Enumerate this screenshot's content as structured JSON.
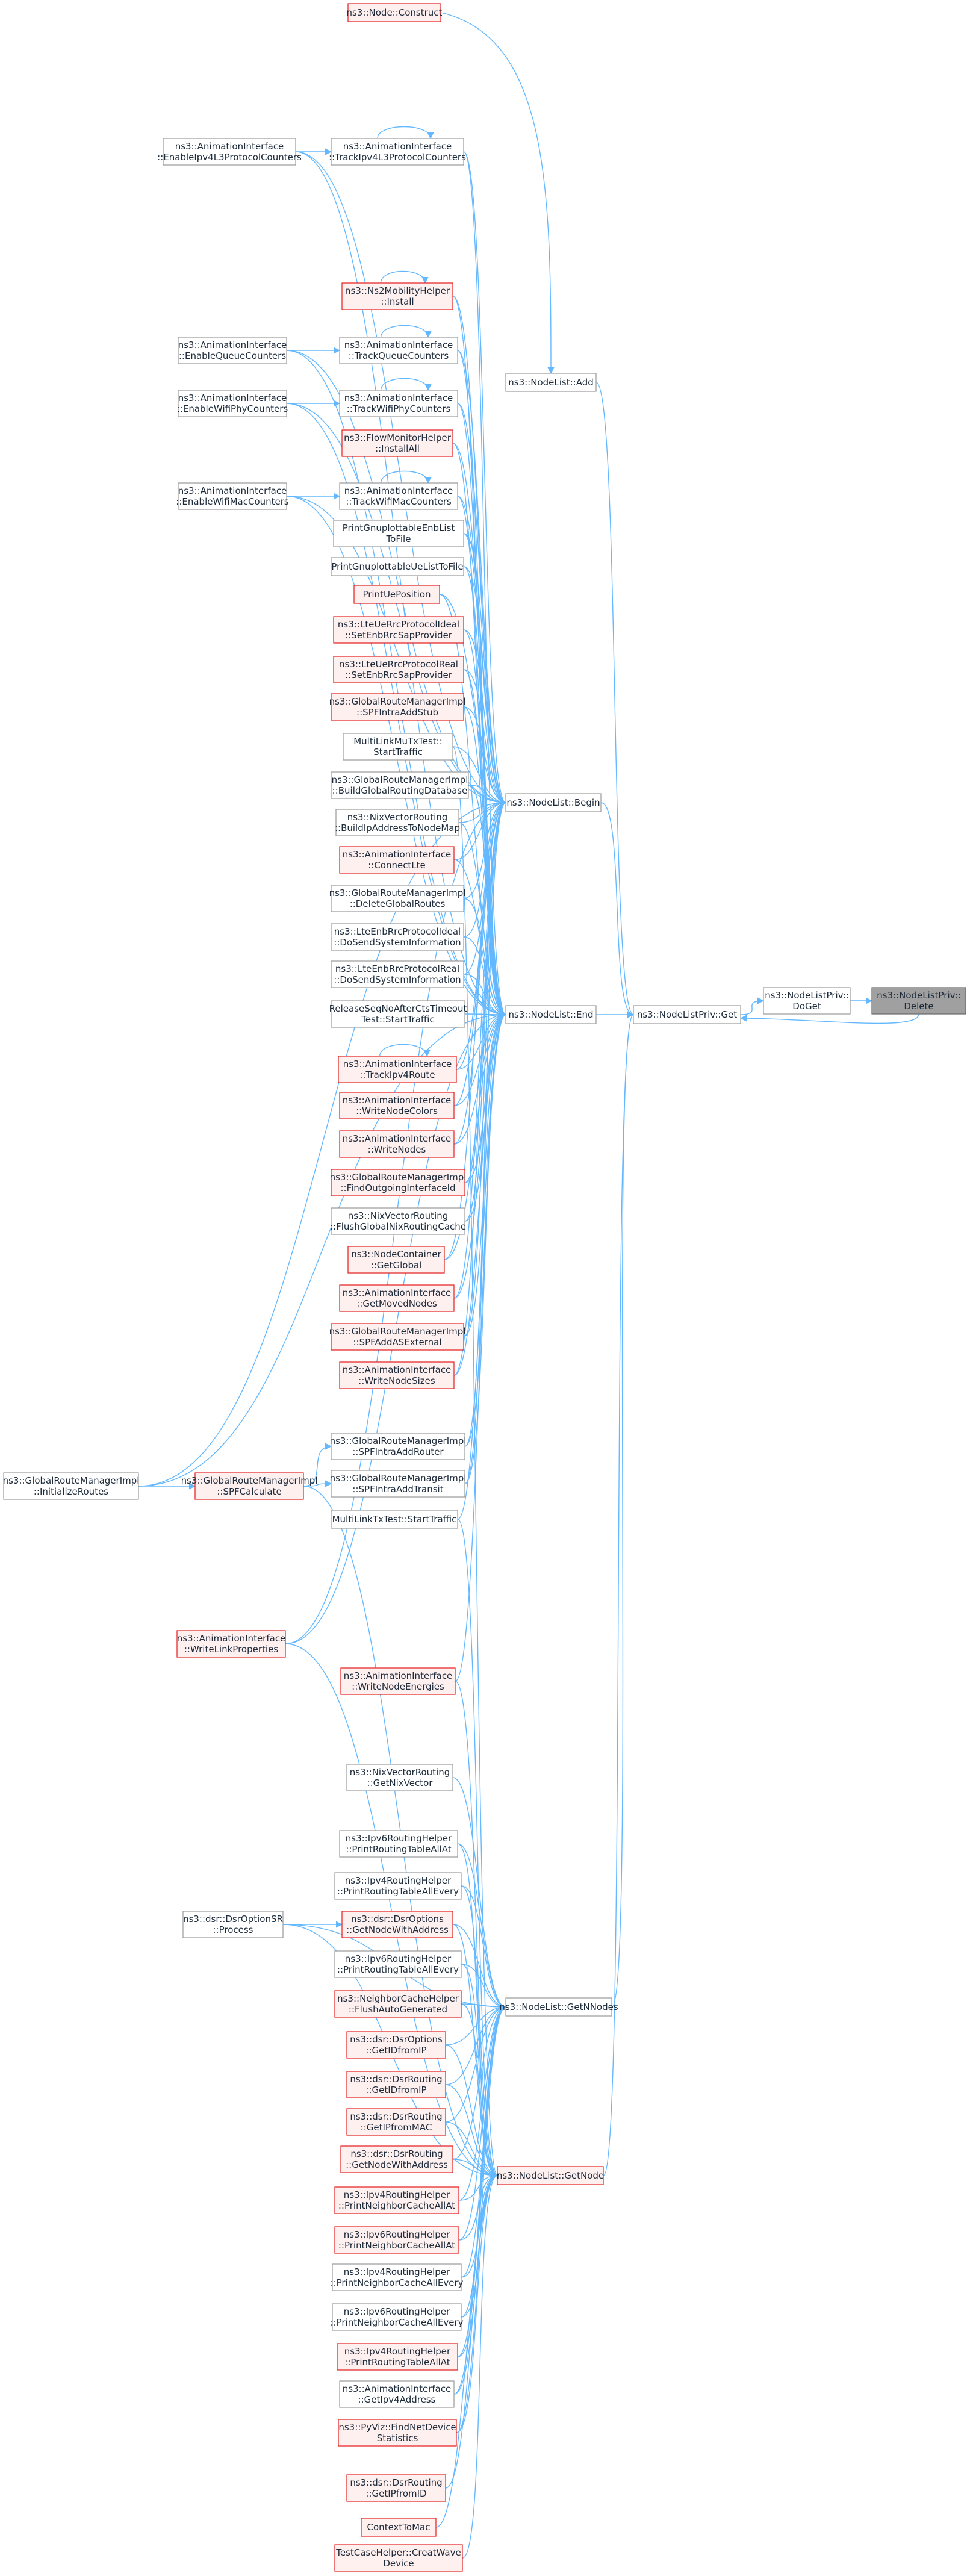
{
  "colors": {
    "edge": "#63b8ff",
    "node_border": "#9a9a9a",
    "node_red_border": "#e41a1c",
    "node_red_fill": "#fff0f0",
    "focus_fill": "#a0a0a0",
    "text": "#1c2a3a"
  },
  "nodes": {
    "nodeConstruct": {
      "lines": [
        "ns3::Node::Construct"
      ],
      "style": "red"
    },
    "enableIpv4L3": {
      "lines": [
        "ns3::AnimationInterface",
        "::EnableIpv4L3ProtocolCounters"
      ],
      "style": "white"
    },
    "trackIpv4L3": {
      "lines": [
        "ns3::AnimationInterface",
        "::TrackIpv4L3ProtocolCounters"
      ],
      "style": "white"
    },
    "ns2Install": {
      "lines": [
        "ns3::Ns2MobilityHelper",
        "::Install"
      ],
      "style": "red"
    },
    "enableQueue": {
      "lines": [
        "ns3::AnimationInterface",
        "::EnableQueueCounters"
      ],
      "style": "white"
    },
    "trackQueue": {
      "lines": [
        "ns3::AnimationInterface",
        "::TrackQueueCounters"
      ],
      "style": "white"
    },
    "nodeListAdd": {
      "lines": [
        "ns3::NodeList::Add"
      ],
      "style": "white"
    },
    "enableWifiPhy": {
      "lines": [
        "ns3::AnimationInterface",
        "::EnableWifiPhyCounters"
      ],
      "style": "white"
    },
    "trackWifiPhy": {
      "lines": [
        "ns3::AnimationInterface",
        "::TrackWifiPhyCounters"
      ],
      "style": "white"
    },
    "flowMonInstall": {
      "lines": [
        "ns3::FlowMonitorHelper",
        "::InstallAll"
      ],
      "style": "red"
    },
    "enableWifiMac": {
      "lines": [
        "ns3::AnimationInterface",
        "::EnableWifiMacCounters"
      ],
      "style": "white"
    },
    "trackWifiMac": {
      "lines": [
        "ns3::AnimationInterface",
        "::TrackWifiMacCounters"
      ],
      "style": "white"
    },
    "printEnbList": {
      "lines": [
        "PrintGnuplottableEnbList",
        "ToFile"
      ],
      "style": "white"
    },
    "printUeList": {
      "lines": [
        "PrintGnuplottableUeListToFile"
      ],
      "style": "white"
    },
    "printUePos": {
      "lines": [
        "PrintUePosition"
      ],
      "style": "red"
    },
    "lteUeRrcIdeal": {
      "lines": [
        "ns3::LteUeRrcProtocolIdeal",
        "::SetEnbRrcSapProvider"
      ],
      "style": "red"
    },
    "lteUeRrcReal": {
      "lines": [
        "ns3::LteUeRrcProtocolReal",
        "::SetEnbRrcSapProvider"
      ],
      "style": "red"
    },
    "spfIntraAddStub": {
      "lines": [
        "ns3::GlobalRouteManagerImpl",
        "::SPFIntraAddStub"
      ],
      "style": "red"
    },
    "multiLinkMu": {
      "lines": [
        "MultiLinkMuTxTest::",
        "StartTraffic"
      ],
      "style": "white"
    },
    "buildGlobalDb": {
      "lines": [
        "ns3::GlobalRouteManagerImpl",
        "::BuildGlobalRoutingDatabase"
      ],
      "style": "white"
    },
    "nixBuildIp": {
      "lines": [
        "ns3::NixVectorRouting",
        "::BuildIpAddressToNodeMap"
      ],
      "style": "white"
    },
    "nodeListBegin": {
      "lines": [
        "ns3::NodeList::Begin"
      ],
      "style": "white"
    },
    "connectLte": {
      "lines": [
        "ns3::AnimationInterface",
        "::ConnectLte"
      ],
      "style": "red"
    },
    "deleteGlobal": {
      "lines": [
        "ns3::GlobalRouteManagerImpl",
        "::DeleteGlobalRoutes"
      ],
      "style": "white"
    },
    "lteEnbIdeal": {
      "lines": [
        "ns3::LteEnbRrcProtocolIdeal",
        "::DoSendSystemInformation"
      ],
      "style": "white"
    },
    "lteEnbReal": {
      "lines": [
        "ns3::LteEnbRrcProtocolReal",
        "::DoSendSystemInformation"
      ],
      "style": "white"
    },
    "releaseSeq": {
      "lines": [
        "ReleaseSeqNoAfterCtsTimeout",
        "Test::StartTraffic"
      ],
      "style": "white"
    },
    "nodeListEnd": {
      "lines": [
        "ns3::NodeList::End"
      ],
      "style": "white"
    },
    "nodeListPrivGet": {
      "lines": [
        "ns3::NodeListPriv::Get"
      ],
      "style": "white"
    },
    "nodeListPrivDoGet": {
      "lines": [
        "ns3::NodeListPriv::",
        "DoGet"
      ],
      "style": "white"
    },
    "nodeListPrivDelete": {
      "lines": [
        "ns3::NodeListPriv::",
        "Delete"
      ],
      "style": "focus"
    },
    "trackIpv4Route": {
      "lines": [
        "ns3::AnimationInterface",
        "::TrackIpv4Route"
      ],
      "style": "red"
    },
    "writeNodeColors": {
      "lines": [
        "ns3::AnimationInterface",
        "::WriteNodeColors"
      ],
      "style": "red"
    },
    "writeNodes": {
      "lines": [
        "ns3::AnimationInterface",
        "::WriteNodes"
      ],
      "style": "red"
    },
    "findOutgoing": {
      "lines": [
        "ns3::GlobalRouteManagerImpl",
        "::FindOutgoingInterfaceId"
      ],
      "style": "red"
    },
    "flushNix": {
      "lines": [
        "ns3::NixVectorRouting",
        "::FlushGlobalNixRoutingCache"
      ],
      "style": "white"
    },
    "nodeContGlobal": {
      "lines": [
        "ns3::NodeContainer",
        "::GetGlobal"
      ],
      "style": "red"
    },
    "getMovedNodes": {
      "lines": [
        "ns3::AnimationInterface",
        "::GetMovedNodes"
      ],
      "style": "red"
    },
    "spfAddAS": {
      "lines": [
        "ns3::GlobalRouteManagerImpl",
        "::SPFAddASExternal"
      ],
      "style": "red"
    },
    "writeNodeSizes": {
      "lines": [
        "ns3::AnimationInterface",
        "::WriteNodeSizes"
      ],
      "style": "red"
    },
    "initRoutes": {
      "lines": [
        "ns3::GlobalRouteManagerImpl",
        "::InitializeRoutes"
      ],
      "style": "white"
    },
    "spfCalculate": {
      "lines": [
        "ns3::GlobalRouteManagerImpl",
        "::SPFCalculate"
      ],
      "style": "red"
    },
    "spfIntraAddRouter": {
      "lines": [
        "ns3::GlobalRouteManagerImpl",
        "::SPFIntraAddRouter"
      ],
      "style": "white"
    },
    "spfIntraAddTransit": {
      "lines": [
        "ns3::GlobalRouteManagerImpl",
        "::SPFIntraAddTransit"
      ],
      "style": "white"
    },
    "multiLinkTx": {
      "lines": [
        "MultiLinkTxTest::StartTraffic"
      ],
      "style": "white"
    },
    "writeLinkProps": {
      "lines": [
        "ns3::AnimationInterface",
        "::WriteLinkProperties"
      ],
      "style": "red"
    },
    "writeNodeEnergies": {
      "lines": [
        "ns3::AnimationInterface",
        "::WriteNodeEnergies"
      ],
      "style": "red"
    },
    "nixGetVector": {
      "lines": [
        "ns3::NixVectorRouting",
        "::GetNixVector"
      ],
      "style": "white"
    },
    "ipv6PrintAllAt": {
      "lines": [
        "ns3::Ipv6RoutingHelper",
        "::PrintRoutingTableAllAt"
      ],
      "style": "white"
    },
    "ipv4PrintAllEvery": {
      "lines": [
        "ns3::Ipv4RoutingHelper",
        "::PrintRoutingTableAllEvery"
      ],
      "style": "white"
    },
    "dsrProcess": {
      "lines": [
        "ns3::dsr::DsrOptionSR",
        "::Process"
      ],
      "style": "white"
    },
    "dsrOptGetNode": {
      "lines": [
        "ns3::dsr::DsrOptions",
        "::GetNodeWithAddress"
      ],
      "style": "red"
    },
    "ipv6PrintAllEvery": {
      "lines": [
        "ns3::Ipv6RoutingHelper",
        "::PrintRoutingTableAllEvery"
      ],
      "style": "white"
    },
    "neighborFlush": {
      "lines": [
        "ns3::NeighborCacheHelper",
        "::FlushAutoGenerated"
      ],
      "style": "red"
    },
    "nodeListGetNNodes": {
      "lines": [
        "ns3::NodeList::GetNNodes"
      ],
      "style": "white"
    },
    "dsrOptGetID": {
      "lines": [
        "ns3::dsr::DsrOptions",
        "::GetIDfromIP"
      ],
      "style": "red"
    },
    "dsrRoutGetID": {
      "lines": [
        "ns3::dsr::DsrRouting",
        "::GetIDfromIP"
      ],
      "style": "red"
    },
    "dsrRoutGetIPMac": {
      "lines": [
        "ns3::dsr::DsrRouting",
        "::GetIPfromMAC"
      ],
      "style": "red"
    },
    "dsrRoutGetNode": {
      "lines": [
        "ns3::dsr::DsrRouting",
        "::GetNodeWithAddress"
      ],
      "style": "red"
    },
    "nodeListGetNode": {
      "lines": [
        "ns3::NodeList::GetNode"
      ],
      "style": "red"
    },
    "ipv4PrintNeighAt": {
      "lines": [
        "ns3::Ipv4RoutingHelper",
        "::PrintNeighborCacheAllAt"
      ],
      "style": "red"
    },
    "ipv6PrintNeighAt": {
      "lines": [
        "ns3::Ipv6RoutingHelper",
        "::PrintNeighborCacheAllAt"
      ],
      "style": "red"
    },
    "ipv4PrintNeighEvery": {
      "lines": [
        "ns3::Ipv4RoutingHelper",
        "::PrintNeighborCacheAllEvery"
      ],
      "style": "white"
    },
    "ipv6PrintNeighEvery": {
      "lines": [
        "ns3::Ipv6RoutingHelper",
        "::PrintNeighborCacheAllEvery"
      ],
      "style": "white"
    },
    "ipv4PrintAllAt": {
      "lines": [
        "ns3::Ipv4RoutingHelper",
        "::PrintRoutingTableAllAt"
      ],
      "style": "red"
    },
    "getIpv4Addr": {
      "lines": [
        "ns3::AnimationInterface",
        "::GetIpv4Address"
      ],
      "style": "white"
    },
    "pyVizFind": {
      "lines": [
        "ns3::PyViz::FindNetDevice",
        "Statistics"
      ],
      "style": "red"
    },
    "dsrRoutGetIPID": {
      "lines": [
        "ns3::dsr::DsrRouting",
        "::GetIPfromID"
      ],
      "style": "red"
    },
    "contextToMac": {
      "lines": [
        "ContextToMac"
      ],
      "style": "red"
    },
    "testCase": {
      "lines": [
        "TestCaseHelper::CreatWave",
        "Device"
      ],
      "style": "red"
    }
  },
  "edges": [
    [
      "nodeConstruct",
      "nodeListAdd"
    ],
    [
      "nodeListAdd",
      "nodeListPrivGet"
    ],
    [
      "nodeListBegin",
      "nodeListPrivGet"
    ],
    [
      "nodeListEnd",
      "nodeListPrivGet"
    ],
    [
      "nodeListGetNNodes",
      "nodeListPrivGet"
    ],
    [
      "nodeListGetNode",
      "nodeListPrivGet"
    ],
    [
      "nodeListPrivGet",
      "nodeListPrivDoGet"
    ],
    [
      "nodeListPrivDoGet",
      "nodeListPrivDelete"
    ],
    [
      "nodeListPrivDelete",
      "nodeListPrivGet"
    ],
    [
      "enableIpv4L3",
      "trackIpv4L3"
    ],
    [
      "enableQueue",
      "trackQueue"
    ],
    [
      "enableWifiPhy",
      "trackWifiPhy"
    ],
    [
      "enableWifiMac",
      "trackWifiMac"
    ],
    [
      "initRoutes",
      "spfCalculate"
    ],
    [
      "spfCalculate",
      "spfIntraAddRouter"
    ],
    [
      "spfCalculate",
      "spfIntraAddTransit"
    ],
    [
      "dsrProcess",
      "dsrOptGetNode"
    ],
    [
      "enableIpv4L3",
      "nodeListBegin"
    ],
    [
      "trackIpv4L3",
      "nodeListBegin"
    ],
    [
      "ns2Install",
      "nodeListBegin"
    ],
    [
      "enableQueue",
      "nodeListBegin"
    ],
    [
      "trackQueue",
      "nodeListBegin"
    ],
    [
      "enableWifiPhy",
      "nodeListBegin"
    ],
    [
      "trackWifiPhy",
      "nodeListBegin"
    ],
    [
      "flowMonInstall",
      "nodeListBegin"
    ],
    [
      "enableWifiMac",
      "nodeListBegin"
    ],
    [
      "trackWifiMac",
      "nodeListBegin"
    ],
    [
      "printEnbList",
      "nodeListBegin"
    ],
    [
      "printUeList",
      "nodeListBegin"
    ],
    [
      "printUePos",
      "nodeListBegin"
    ],
    [
      "lteUeRrcIdeal",
      "nodeListBegin"
    ],
    [
      "lteUeRrcReal",
      "nodeListBegin"
    ],
    [
      "spfIntraAddStub",
      "nodeListBegin"
    ],
    [
      "multiLinkMu",
      "nodeListBegin"
    ],
    [
      "buildGlobalDb",
      "nodeListBegin"
    ],
    [
      "nixBuildIp",
      "nodeListBegin"
    ],
    [
      "connectLte",
      "nodeListBegin"
    ],
    [
      "deleteGlobal",
      "nodeListBegin"
    ],
    [
      "lteEnbIdeal",
      "nodeListBegin"
    ],
    [
      "lteEnbReal",
      "nodeListBegin"
    ],
    [
      "trackIpv4Route",
      "nodeListBegin"
    ],
    [
      "writeNodeColors",
      "nodeListBegin"
    ],
    [
      "writeNodes",
      "nodeListBegin"
    ],
    [
      "findOutgoing",
      "nodeListBegin"
    ],
    [
      "flushNix",
      "nodeListBegin"
    ],
    [
      "nodeContGlobal",
      "nodeListBegin"
    ],
    [
      "getMovedNodes",
      "nodeListBegin"
    ],
    [
      "spfAddAS",
      "nodeListBegin"
    ],
    [
      "writeNodeSizes",
      "nodeListBegin"
    ],
    [
      "initRoutes",
      "nodeListBegin"
    ],
    [
      "spfIntraAddRouter",
      "nodeListBegin"
    ],
    [
      "spfIntraAddTransit",
      "nodeListBegin"
    ],
    [
      "writeLinkProps",
      "nodeListBegin"
    ],
    [
      "enableIpv4L3",
      "nodeListEnd"
    ],
    [
      "trackIpv4L3",
      "nodeListEnd"
    ],
    [
      "ns2Install",
      "nodeListEnd"
    ],
    [
      "enableQueue",
      "nodeListEnd"
    ],
    [
      "trackQueue",
      "nodeListEnd"
    ],
    [
      "enableWifiPhy",
      "nodeListEnd"
    ],
    [
      "trackWifiPhy",
      "nodeListEnd"
    ],
    [
      "flowMonInstall",
      "nodeListEnd"
    ],
    [
      "enableWifiMac",
      "nodeListEnd"
    ],
    [
      "trackWifiMac",
      "nodeListEnd"
    ],
    [
      "printEnbList",
      "nodeListEnd"
    ],
    [
      "printUeList",
      "nodeListEnd"
    ],
    [
      "printUePos",
      "nodeListEnd"
    ],
    [
      "lteUeRrcIdeal",
      "nodeListEnd"
    ],
    [
      "lteUeRrcReal",
      "nodeListEnd"
    ],
    [
      "spfIntraAddStub",
      "nodeListEnd"
    ],
    [
      "buildGlobalDb",
      "nodeListEnd"
    ],
    [
      "nixBuildIp",
      "nodeListEnd"
    ],
    [
      "connectLte",
      "nodeListEnd"
    ],
    [
      "deleteGlobal",
      "nodeListEnd"
    ],
    [
      "lteEnbIdeal",
      "nodeListEnd"
    ],
    [
      "lteEnbReal",
      "nodeListEnd"
    ],
    [
      "releaseSeq",
      "nodeListEnd"
    ],
    [
      "trackIpv4Route",
      "nodeListEnd"
    ],
    [
      "writeNodeColors",
      "nodeListEnd"
    ],
    [
      "writeNodes",
      "nodeListEnd"
    ],
    [
      "findOutgoing",
      "nodeListEnd"
    ],
    [
      "flushNix",
      "nodeListEnd"
    ],
    [
      "nodeContGlobal",
      "nodeListEnd"
    ],
    [
      "getMovedNodes",
      "nodeListEnd"
    ],
    [
      "spfAddAS",
      "nodeListEnd"
    ],
    [
      "writeNodeSizes",
      "nodeListEnd"
    ],
    [
      "initRoutes",
      "nodeListEnd"
    ],
    [
      "spfIntraAddRouter",
      "nodeListEnd"
    ],
    [
      "spfIntraAddTransit",
      "nodeListEnd"
    ],
    [
      "multiLinkTx",
      "nodeListEnd"
    ],
    [
      "writeLinkProps",
      "nodeListEnd"
    ],
    [
      "writeNodeEnergies",
      "nodeListEnd"
    ],
    [
      "nixGetVector",
      "nodeListGetNNodes"
    ],
    [
      "ipv6PrintAllAt",
      "nodeListGetNNodes"
    ],
    [
      "ipv4PrintAllEvery",
      "nodeListGetNNodes"
    ],
    [
      "dsrOptGetNode",
      "nodeListGetNNodes"
    ],
    [
      "ipv6PrintAllEvery",
      "nodeListGetNNodes"
    ],
    [
      "neighborFlush",
      "nodeListGetNNodes"
    ],
    [
      "dsrOptGetID",
      "nodeListGetNNodes"
    ],
    [
      "dsrRoutGetID",
      "nodeListGetNNodes"
    ],
    [
      "dsrRoutGetIPMac",
      "nodeListGetNNodes"
    ],
    [
      "dsrRoutGetNode",
      "nodeListGetNNodes"
    ],
    [
      "ipv4PrintNeighAt",
      "nodeListGetNNodes"
    ],
    [
      "ipv6PrintNeighAt",
      "nodeListGetNNodes"
    ],
    [
      "ipv4PrintNeighEvery",
      "nodeListGetNNodes"
    ],
    [
      "ipv6PrintNeighEvery",
      "nodeListGetNNodes"
    ],
    [
      "ipv4PrintAllAt",
      "nodeListGetNNodes"
    ],
    [
      "getIpv4Addr",
      "nodeListGetNNodes"
    ],
    [
      "pyVizFind",
      "nodeListGetNNodes"
    ],
    [
      "dsrProcess",
      "nodeListGetNNodes"
    ],
    [
      "multiLinkMu",
      "nodeListGetNode"
    ],
    [
      "writeNodeEnergies",
      "nodeListGetNode"
    ],
    [
      "ipv6PrintAllAt",
      "nodeListGetNode"
    ],
    [
      "ipv4PrintAllEvery",
      "nodeListGetNode"
    ],
    [
      "dsrOptGetNode",
      "nodeListGetNode"
    ],
    [
      "ipv6PrintAllEvery",
      "nodeListGetNode"
    ],
    [
      "neighborFlush",
      "nodeListGetNode"
    ],
    [
      "dsrOptGetID",
      "nodeListGetNode"
    ],
    [
      "dsrRoutGetID",
      "nodeListGetNode"
    ],
    [
      "dsrRoutGetIPMac",
      "nodeListGetNode"
    ],
    [
      "dsrRoutGetNode",
      "nodeListGetNode"
    ],
    [
      "ipv4PrintNeighAt",
      "nodeListGetNode"
    ],
    [
      "ipv6PrintNeighAt",
      "nodeListGetNode"
    ],
    [
      "ipv4PrintNeighEvery",
      "nodeListGetNode"
    ],
    [
      "ipv6PrintNeighEvery",
      "nodeListGetNode"
    ],
    [
      "ipv4PrintAllAt",
      "nodeListGetNode"
    ],
    [
      "getIpv4Addr",
      "nodeListGetNode"
    ],
    [
      "pyVizFind",
      "nodeListGetNode"
    ],
    [
      "dsrRoutGetIPID",
      "nodeListGetNode"
    ],
    [
      "contextToMac",
      "nodeListGetNode"
    ],
    [
      "testCase",
      "nodeListGetNode"
    ],
    [
      "spfCalculate",
      "nodeListGetNode"
    ],
    [
      "dsrProcess",
      "nodeListGetNode"
    ],
    [
      "writeLinkProps",
      "nodeListGetNode"
    ],
    [
      "multiLinkTx",
      "nodeListGetNode"
    ]
  ],
  "self_loops": [
    "trackIpv4L3",
    "ns2Install",
    "trackQueue",
    "trackWifiPhy",
    "trackWifiMac",
    "trackIpv4Route"
  ]
}
